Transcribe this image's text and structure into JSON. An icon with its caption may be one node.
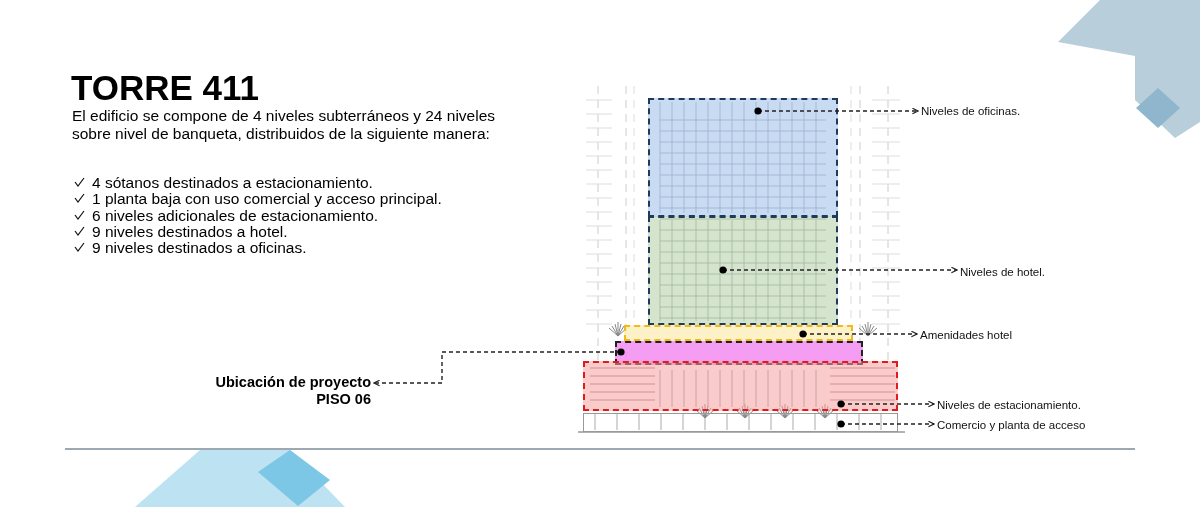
{
  "diagram": {
    "title": "TORRE 411",
    "nodes": [
      {
        "text": [],
        "shape": "box"
      },
      {
        "text": [],
        "shape": "box"
      },
      {
        "text": [],
        "shape": "box"
      },
      {
        "text": [],
        "shape": "box"
      },
      {
        "text": [],
        "shape": "box"
      },
      {
        "text": [
          "Niveles de oficinas."
        ]
      },
      {
        "text": [
          "Niveles de hotel."
        ]
      },
      {
        "text": [
          "Amenidades hotel"
        ]
      },
      {
        "text": [
          "Ubicación de proyecto",
          "PISO 06"
        ]
      },
      {
        "text": [
          "Niveles de estacionamiento."
        ]
      },
      {
        "text": [
          "Comercio y planta de acceso"
        ]
      },
      {
        "text": [],
        "shape": "box"
      }
    ],
    "edges": [
      {
        "from": 0,
        "to": 5,
        "arrow": "to",
        "style": "dashed"
      },
      {
        "from": 1,
        "to": 6,
        "arrow": "to",
        "style": "dashed"
      },
      {
        "from": 2,
        "to": 7,
        "arrow": "to",
        "style": "dashed"
      },
      {
        "from": 3,
        "to": 8,
        "arrow": "to",
        "style": "dashed"
      },
      {
        "from": 4,
        "to": 9,
        "arrow": "to",
        "style": "dashed"
      },
      {
        "from": 11,
        "to": 10,
        "arrow": "to",
        "style": "dashed"
      }
    ],
    "labels": [
      "El edificio se compone de 4 niveles subterráneos y 24 niveles sobre nivel de banqueta, distribuidos de la siguiente manera:",
      "4 sótanos destinados a estacionamiento.",
      "1 planta baja con uso comercial y acceso principal.",
      "6 niveles adicionales de estacionamiento.",
      "9 niveles destinados a hotel.",
      "9 niveles destinados a oficinas."
    ]
  }
}
